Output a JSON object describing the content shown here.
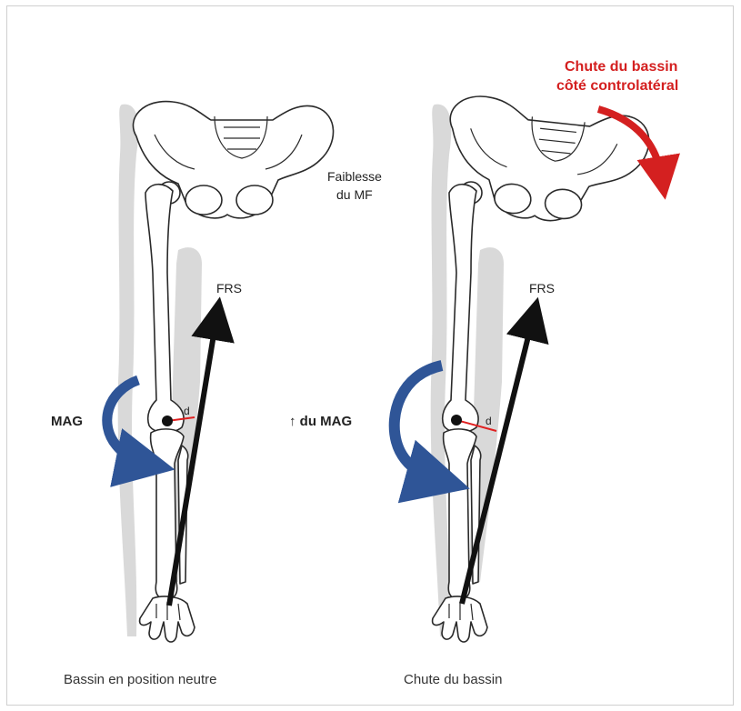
{
  "labels": {
    "weakness": [
      "Faiblesse",
      "du MF"
    ],
    "frs_left": "FRS",
    "frs_right": "FRS",
    "mag_left": "MAG",
    "mag_right": "↑ du MAG",
    "d_left": "d",
    "d_right": "d",
    "pelvic_drop": [
      "Chute du bassin",
      "côté controlatéral"
    ],
    "caption_left": "Bassin en position neutre",
    "caption_right": "Chute du bassin"
  },
  "colors": {
    "moment_arrow": "#2f5597",
    "force_arrow": "#111111",
    "lever_arm": "#e02020",
    "drop_arrow": "#d42020",
    "shadow": "#d9d9d9"
  }
}
